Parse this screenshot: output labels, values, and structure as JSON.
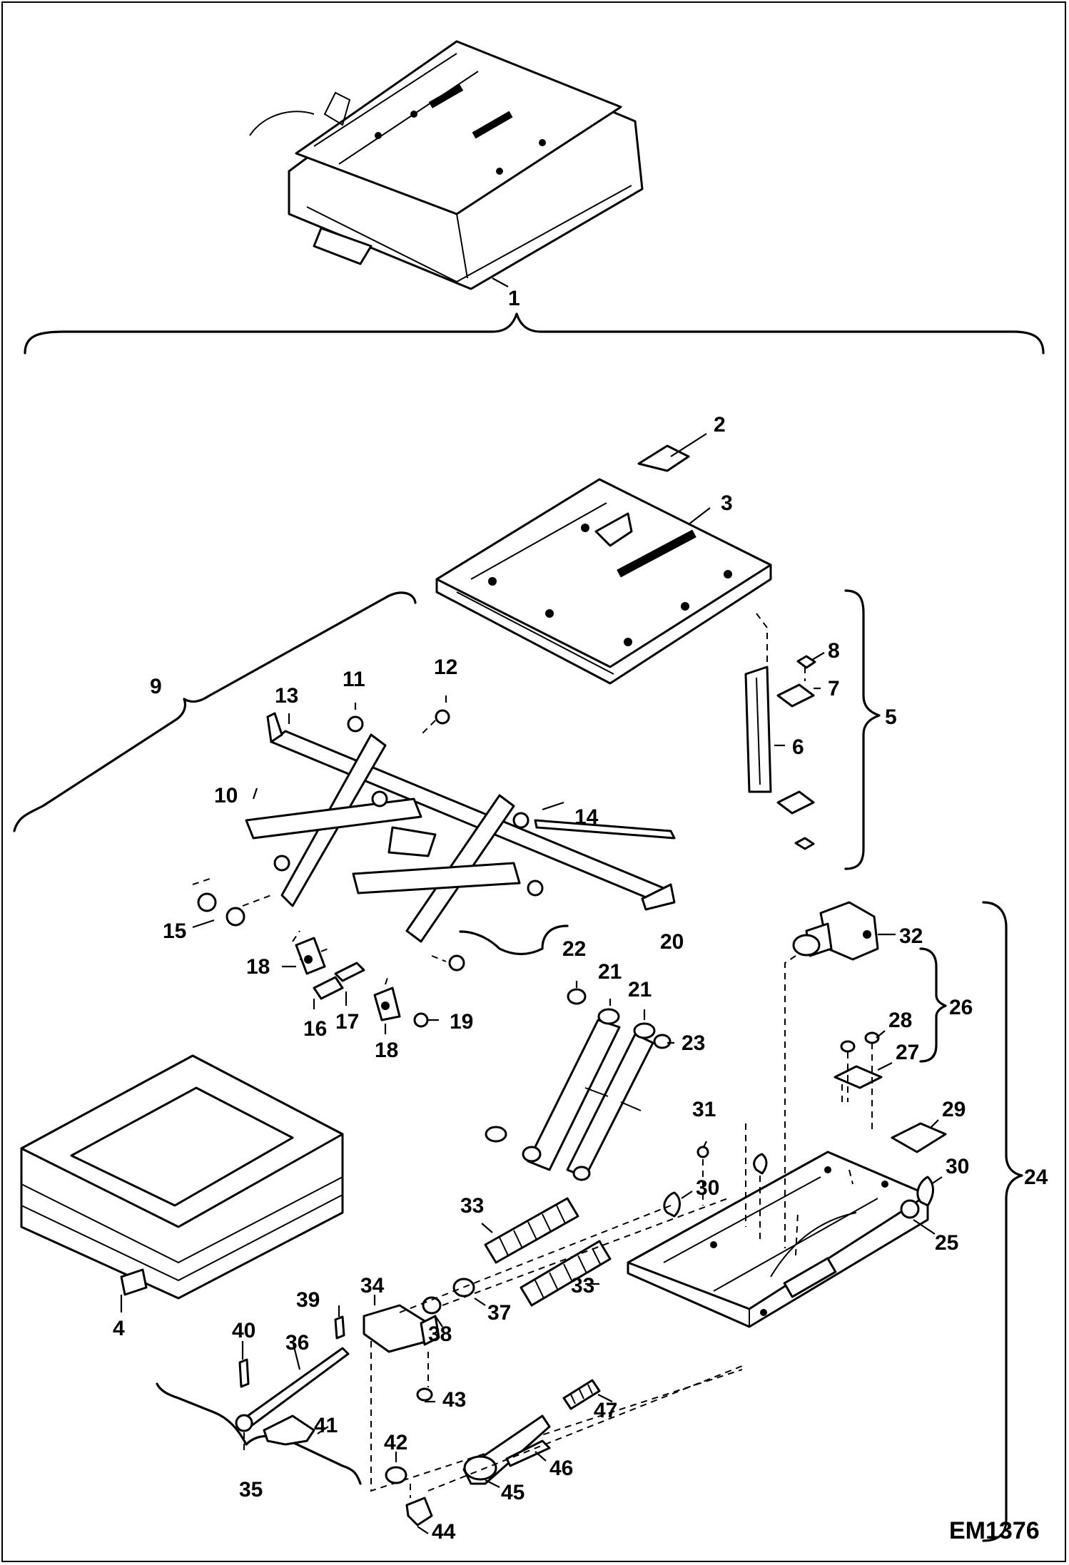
{
  "figure": {
    "code": "EM1376"
  },
  "callouts": [
    {
      "id": "c1",
      "text": "1"
    },
    {
      "id": "c2",
      "text": "2"
    },
    {
      "id": "c3",
      "text": "3"
    },
    {
      "id": "c4",
      "text": "4"
    },
    {
      "id": "c5",
      "text": "5"
    },
    {
      "id": "c6",
      "text": "6"
    },
    {
      "id": "c7",
      "text": "7"
    },
    {
      "id": "c8",
      "text": "8"
    },
    {
      "id": "c9",
      "text": "9"
    },
    {
      "id": "c10",
      "text": "10"
    },
    {
      "id": "c11",
      "text": "11"
    },
    {
      "id": "c12",
      "text": "12"
    },
    {
      "id": "c13",
      "text": "13"
    },
    {
      "id": "c14",
      "text": "14"
    },
    {
      "id": "c15",
      "text": "15"
    },
    {
      "id": "c16",
      "text": "16"
    },
    {
      "id": "c17",
      "text": "17"
    },
    {
      "id": "c18a",
      "text": "18"
    },
    {
      "id": "c18b",
      "text": "18"
    },
    {
      "id": "c19",
      "text": "19"
    },
    {
      "id": "c20",
      "text": "20"
    },
    {
      "id": "c21a",
      "text": "21"
    },
    {
      "id": "c21b",
      "text": "21"
    },
    {
      "id": "c22",
      "text": "22"
    },
    {
      "id": "c23",
      "text": "23"
    },
    {
      "id": "c24",
      "text": "24"
    },
    {
      "id": "c25",
      "text": "25"
    },
    {
      "id": "c26",
      "text": "26"
    },
    {
      "id": "c27",
      "text": "27"
    },
    {
      "id": "c28",
      "text": "28"
    },
    {
      "id": "c29",
      "text": "29"
    },
    {
      "id": "c30a",
      "text": "30"
    },
    {
      "id": "c30b",
      "text": "30"
    },
    {
      "id": "c31",
      "text": "31"
    },
    {
      "id": "c32",
      "text": "32"
    },
    {
      "id": "c33a",
      "text": "33"
    },
    {
      "id": "c33b",
      "text": "33"
    },
    {
      "id": "c34",
      "text": "34"
    },
    {
      "id": "c35",
      "text": "35"
    },
    {
      "id": "c36",
      "text": "36"
    },
    {
      "id": "c37",
      "text": "37"
    },
    {
      "id": "c38",
      "text": "38"
    },
    {
      "id": "c39",
      "text": "39"
    },
    {
      "id": "c40",
      "text": "40"
    },
    {
      "id": "c41",
      "text": "41"
    },
    {
      "id": "c42",
      "text": "42"
    },
    {
      "id": "c43",
      "text": "43"
    },
    {
      "id": "c44",
      "text": "44"
    },
    {
      "id": "c45",
      "text": "45"
    },
    {
      "id": "c46",
      "text": "46"
    },
    {
      "id": "c47",
      "text": "47"
    }
  ]
}
